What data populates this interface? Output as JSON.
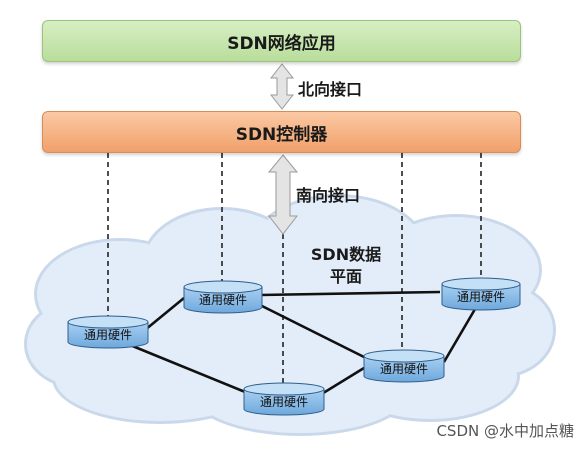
{
  "bars": {
    "apps": "SDN网络应用",
    "controller": "SDN控制器"
  },
  "interfaces": {
    "north": "北向接口",
    "south": "南向接口"
  },
  "plane": {
    "line1": "SDN数据",
    "line2": "平面"
  },
  "devices": [
    {
      "label": "通用硬件"
    },
    {
      "label": "通用硬件"
    },
    {
      "label": "通用硬件"
    },
    {
      "label": "通用硬件"
    },
    {
      "label": "通用硬件"
    }
  ],
  "colors": {
    "apps_fill": "#c5e6ad",
    "controller_fill": "#f5b183",
    "cloud_fill": "#e3edf9",
    "disk_fill": "#8ec0ea",
    "arrow_fill": "#e4e4e4"
  },
  "watermark": "CSDN @水中加点糖"
}
